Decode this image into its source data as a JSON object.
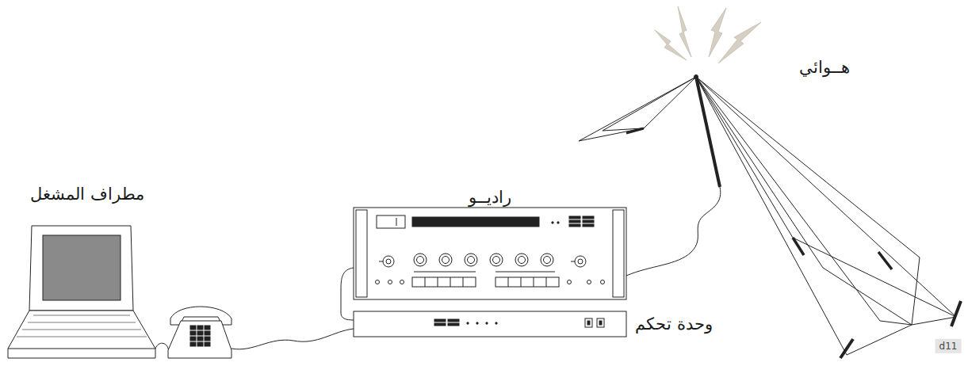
{
  "diagram": {
    "labels": [
      "مطراف المشغل",
      "راديــو",
      "هــوائي",
      "وحدة تحكم",
      "d11"
    ]
  }
}
